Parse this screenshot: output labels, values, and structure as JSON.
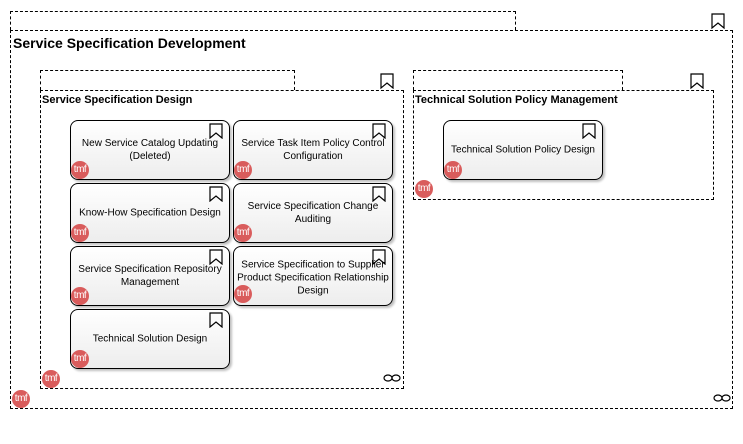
{
  "groups": {
    "outer": {
      "title": "Service Specification Development",
      "badge": "tmf"
    },
    "design": {
      "title": "Service Specification Design",
      "badge": "tmf"
    },
    "policy": {
      "title": "Technical Solution Policy Management",
      "badge": "tmf"
    }
  },
  "boxes": [
    {
      "label": "New Service Catalog Updating (Deleted)",
      "badge": "tmf"
    },
    {
      "label": "Service Task Item Policy Control Configuration",
      "badge": "tmf"
    },
    {
      "label": "Know-How Specification Design",
      "badge": "tmf"
    },
    {
      "label": "Service Specification Change Auditing",
      "badge": "tmf"
    },
    {
      "label": "Service Specification Repository Management",
      "badge": "tmf"
    },
    {
      "label": "Service Specification to Supplier Product Specification Relationship Design",
      "badge": "tmf"
    },
    {
      "label": "Technical Solution Design",
      "badge": "tmf"
    },
    {
      "label": "Technical Solution Policy Design",
      "badge": "tmf"
    }
  ],
  "colors": {
    "badge": "#d95c5c",
    "border": "#000000",
    "box_fill": "#ededed"
  },
  "icons": {
    "corner": "bookmark-icon",
    "link": "chain-link-icon"
  }
}
